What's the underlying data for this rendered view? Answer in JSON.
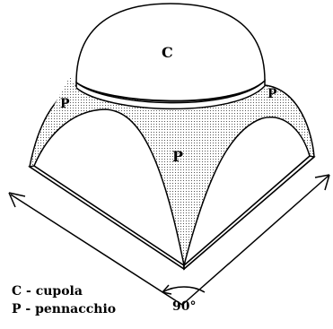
{
  "labels": {
    "cupola": "C",
    "pendentive": "P",
    "angle": "90°"
  },
  "legend": [
    {
      "text": "C - cupola"
    },
    {
      "text": "P - pennacchio"
    }
  ]
}
